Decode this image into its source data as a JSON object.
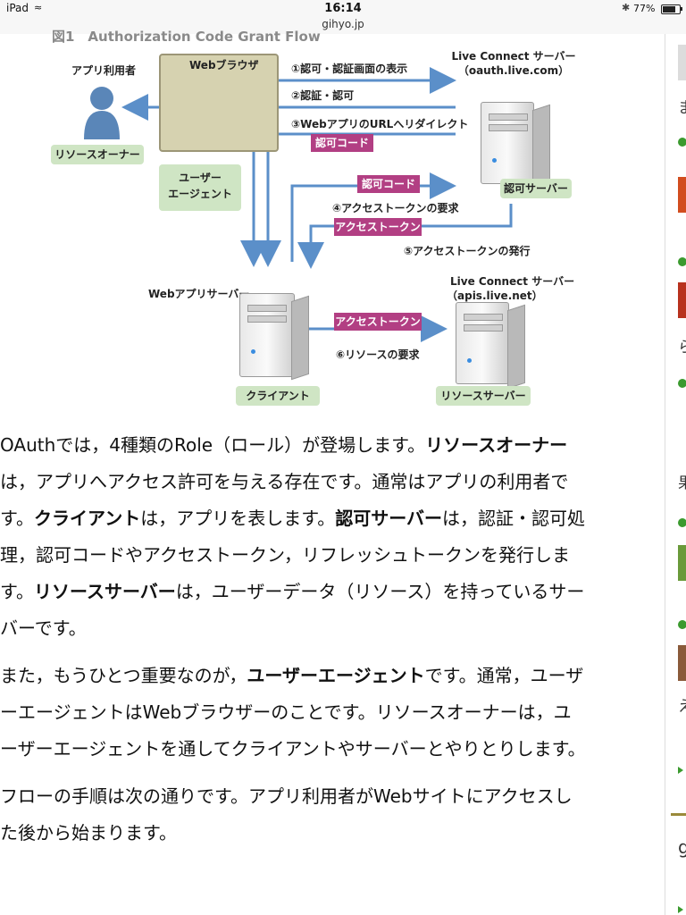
{
  "status_bar": {
    "device": "iPad",
    "time": "16:14",
    "url": "gihyo.jp",
    "battery_text": "77%",
    "battery_level": 0.77
  },
  "figure": {
    "caption": "図1　Authorization Code Grant Flow",
    "user_label": "アプリ利用者",
    "resource_owner": "リソースオーナー",
    "browser_label": "Webブラウザ",
    "user_agent": "ユーザー\nエージェント",
    "auth_server_title": "Live Connect サーバー",
    "auth_server_host": "（oauth.live.com）",
    "auth_server_role": "認可サーバー",
    "step1": "①認可・認証画面の表示",
    "step2": "②認証・認可",
    "step3": "③WebアプリのURLへリダイレクト",
    "auth_code_1": "認可コード",
    "auth_code_2": "認可コード",
    "step4": "④アクセストークンの要求",
    "access_token_1": "アクセストークン",
    "step5": "⑤アクセストークンの発行",
    "webapp_server": "Webアプリサーバー",
    "client_role": "クライアント",
    "api_server_title": "Live Connect サーバー",
    "api_server_host": "（apis.live.net）",
    "access_token_2": "アクセストークン",
    "step6": "⑥リソースの要求",
    "resource_server_role": "リソースサーバー"
  },
  "article": {
    "p1": [
      [
        {
          "t": "OAuthでは，4種類のRole（ロール）が登場します。",
          "b": false
        },
        {
          "t": "リソースオーナー",
          "b": true
        }
      ],
      [
        {
          "t": "は，アプリへアクセス許可を与える存在です。通常はアプリの利用者で",
          "b": false
        }
      ],
      [
        {
          "t": "す。",
          "b": false
        },
        {
          "t": "クライアント",
          "b": true
        },
        {
          "t": "は，アプリを表します。",
          "b": false
        },
        {
          "t": "認可サーバー",
          "b": true
        },
        {
          "t": "は，認証・認可処",
          "b": false
        }
      ],
      [
        {
          "t": "理，認可コードやアクセストークン，リフレッシュトークンを発行しま",
          "b": false
        }
      ],
      [
        {
          "t": "す。",
          "b": false
        },
        {
          "t": "リソースサーバー",
          "b": true
        },
        {
          "t": "は，ユーザーデータ（リソース）を持っているサー",
          "b": false
        }
      ],
      [
        {
          "t": "バーです。",
          "b": false
        }
      ]
    ],
    "p2": [
      [
        {
          "t": "また，もうひとつ重要なのが，",
          "b": false
        },
        {
          "t": "ユーザーエージェント",
          "b": true
        },
        {
          "t": "です。通常，ユーザ",
          "b": false
        }
      ],
      [
        {
          "t": "ーエージェントはWebブラウザーのことです。リソースオーナーは，ユ",
          "b": false
        }
      ],
      [
        {
          "t": "ーザーエージェントを通してクライアントやサーバーとやりとりします。",
          "b": false
        }
      ]
    ],
    "p3": [
      [
        {
          "t": "フローの手順は次の通りです。アプリ利用者がWebサイトにアクセスし",
          "b": false
        }
      ],
      [
        {
          "t": "た後から始まります。",
          "b": false
        }
      ]
    ]
  },
  "sidebar": {
    "chars": [
      "ま",
      "ら",
      "果",
      "え",
      "g"
    ],
    "accent_color": "#3b9a2f"
  }
}
